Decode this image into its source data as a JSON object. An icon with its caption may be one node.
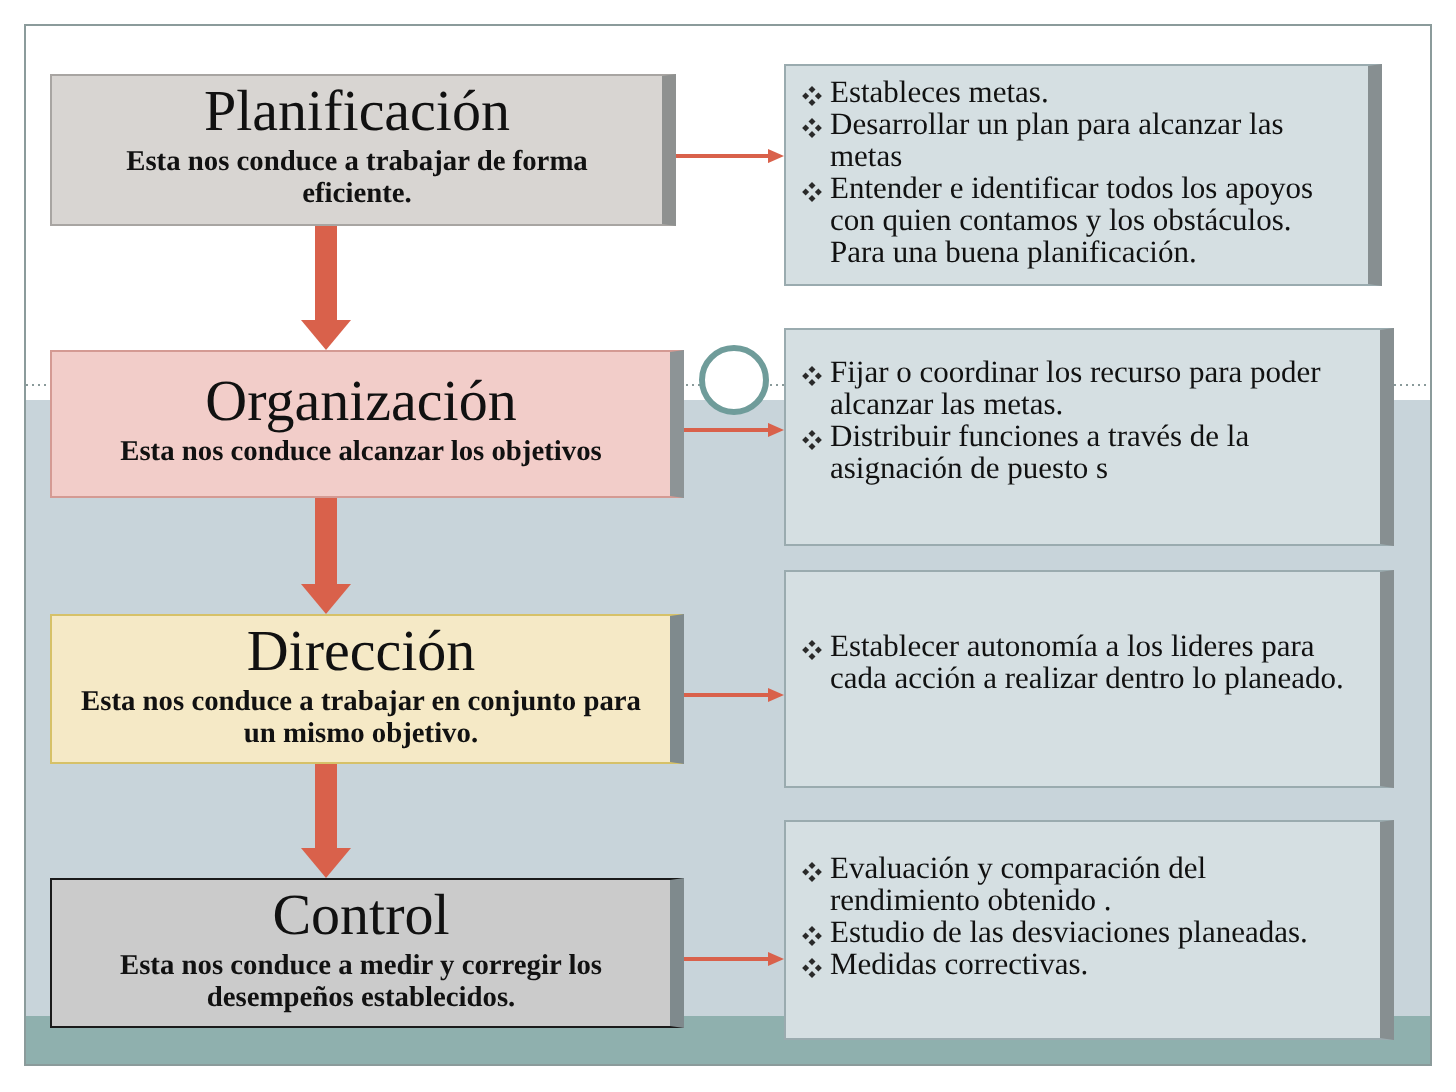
{
  "diagram": {
    "nodes": [
      {
        "text": [
          "Planificación",
          "Esta nos conduce a trabajar de forma eficiente."
        ]
      },
      {
        "text": [
          "Estableces metas.",
          "Desarrollar un plan para alcanzar las metas",
          "Entender e identificar todos los apoyos con quien contamos y los obstáculos. Para una buena planificación."
        ]
      },
      {
        "text": [
          "Organización",
          "Esta nos conduce alcanzar los objetivos"
        ]
      },
      {
        "text": [
          "Fijar o coordinar los recurso para poder alcanzar las metas.",
          "Distribuir funciones a través de la asignación de puesto s"
        ]
      },
      {
        "text": [
          "Dirección",
          "Esta nos conduce a trabajar en conjunto para un mismo objetivo."
        ]
      },
      {
        "text": [
          "Establecer autonomía a los lideres para cada acción a realizar dentro lo planeado."
        ]
      },
      {
        "text": [
          "Control",
          "Esta nos conduce a medir y corregir los desempeños establecidos."
        ]
      },
      {
        "text": [
          "Evaluación y comparación del rendimiento obtenido .",
          "Estudio de las desviaciones planeadas.",
          "Medidas correctivas."
        ]
      }
    ],
    "edges": [
      {
        "from": 0,
        "to": 1,
        "arrow": "to"
      },
      {
        "from": 0,
        "to": 2,
        "arrow": "to",
        "style": "thick"
      },
      {
        "from": 2,
        "to": 3,
        "arrow": "to"
      },
      {
        "from": 2,
        "to": 4,
        "arrow": "to",
        "style": "thick"
      },
      {
        "from": 4,
        "to": 5,
        "arrow": "to"
      },
      {
        "from": 4,
        "to": 6,
        "arrow": "to",
        "style": "thick"
      },
      {
        "from": 6,
        "to": 7,
        "arrow": "to"
      }
    ]
  }
}
